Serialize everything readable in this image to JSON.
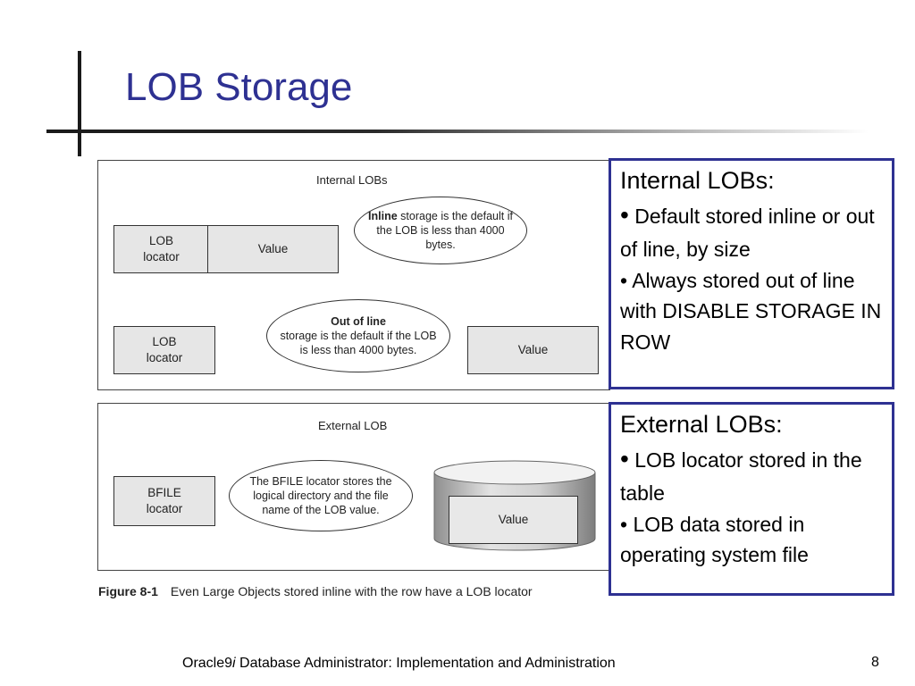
{
  "slide": {
    "title": "LOB Storage",
    "footer": {
      "prefix": "Oracle9",
      "italic": "i",
      "rest": " Database Administrator: Implementation and Administration"
    },
    "page_number": "8"
  },
  "figure": {
    "internal": {
      "title": "Internal LOBs",
      "row1": {
        "locator": "LOB\nlocator",
        "value": "Value",
        "callout_bold": "Inline",
        "callout_text": " storage is the default if the LOB is less than 4000 bytes."
      },
      "row2": {
        "locator": "LOB\nlocator",
        "value": "Value",
        "callout_bold": "Out of line",
        "callout_text": "storage is the default if the LOB is less than 4000 bytes."
      }
    },
    "external": {
      "title": "External LOB",
      "locator": "BFILE\nlocator",
      "callout": "The BFILE locator stores the logical directory and the file name of the LOB value.",
      "value": "Value"
    },
    "caption_label": "Figure 8-1",
    "caption_text": "Even Large Objects stored inline with the row have a LOB locator"
  },
  "panels": {
    "internal": {
      "heading": "Internal LOBs:",
      "bullet1": "Default stored inline or out of line, by size",
      "bullet2": "Always stored out of line with DISABLE STORAGE IN ROW"
    },
    "external": {
      "heading": "External LOBs:",
      "bullet1": "LOB locator stored in the table",
      "bullet2": "LOB data stored in operating system file"
    }
  },
  "colors": {
    "title": "#2e3192",
    "panel_border": "#2e3192",
    "box_fill": "#e6e6e6"
  }
}
